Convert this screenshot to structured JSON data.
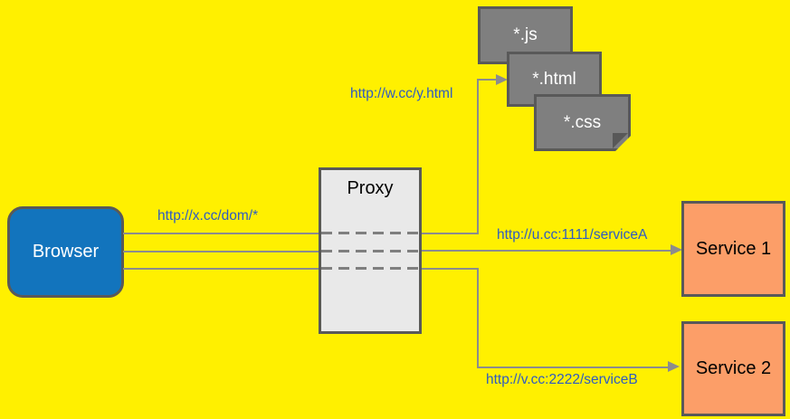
{
  "diagram": {
    "background_color": "#FFF000",
    "nodes": {
      "browser": {
        "label": "Browser",
        "fill": "#1274BD",
        "text_color": "#FFFFFF"
      },
      "proxy": {
        "label": "Proxy",
        "fill": "#E9E9E9",
        "text_color": "#000000"
      },
      "service1": {
        "label": "Service 1",
        "fill": "#FC9E68",
        "text_color": "#000000"
      },
      "service2": {
        "label": "Service 2",
        "fill": "#FC9E68",
        "text_color": "#000000"
      },
      "static_files": [
        {
          "label": "*.js"
        },
        {
          "label": "*.html"
        },
        {
          "label": "*.css"
        }
      ],
      "file_card_fill": "#7F7F7F"
    },
    "edges": [
      {
        "id": "browser-to-proxy",
        "label": "http://x.cc/dom/*"
      },
      {
        "id": "proxy-to-static-files",
        "label": "http://w.cc/y.html"
      },
      {
        "id": "proxy-to-service1",
        "label": "http://u.cc:1111/serviceA"
      },
      {
        "id": "proxy-to-service2",
        "label": "http://v.cc:2222/serviceB"
      }
    ],
    "colors": {
      "border": "#595959",
      "connector": "#8C8C8C",
      "url_label": "#2E5BC3"
    }
  }
}
